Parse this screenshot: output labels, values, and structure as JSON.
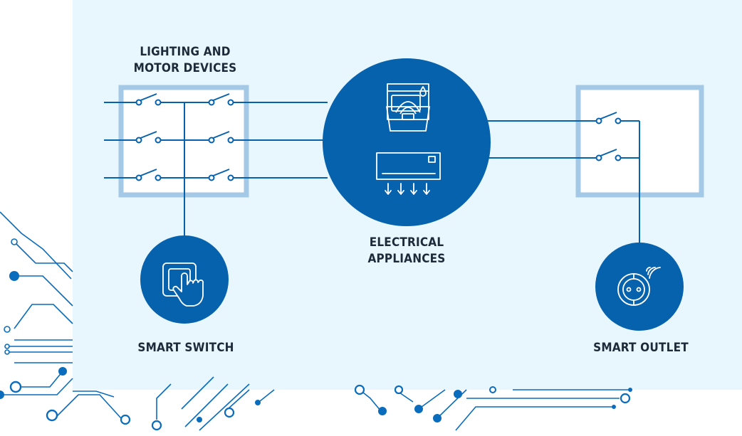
{
  "colors": {
    "primary": "#0762ae",
    "light_frame": "#a4c9e6",
    "panel_bg": "#e8f6fd",
    "label_text": "#1d2a3a",
    "circuit": "#0a6cbc"
  },
  "labels": {
    "lighting_line1": "LIGHTING AND",
    "lighting_line2": "MOTOR DEVICES",
    "appliances_line1": "ELECTRICAL",
    "appliances_line2": "APPLIANCES",
    "smart_switch": "SMART SWITCH",
    "smart_outlet": "SMART OUTLET"
  },
  "icons": {
    "dishwasher": "dishwasher-icon",
    "air_conditioner": "air-conditioner-icon",
    "switch_touch": "touch-switch-icon",
    "outlet": "smart-outlet-icon"
  }
}
